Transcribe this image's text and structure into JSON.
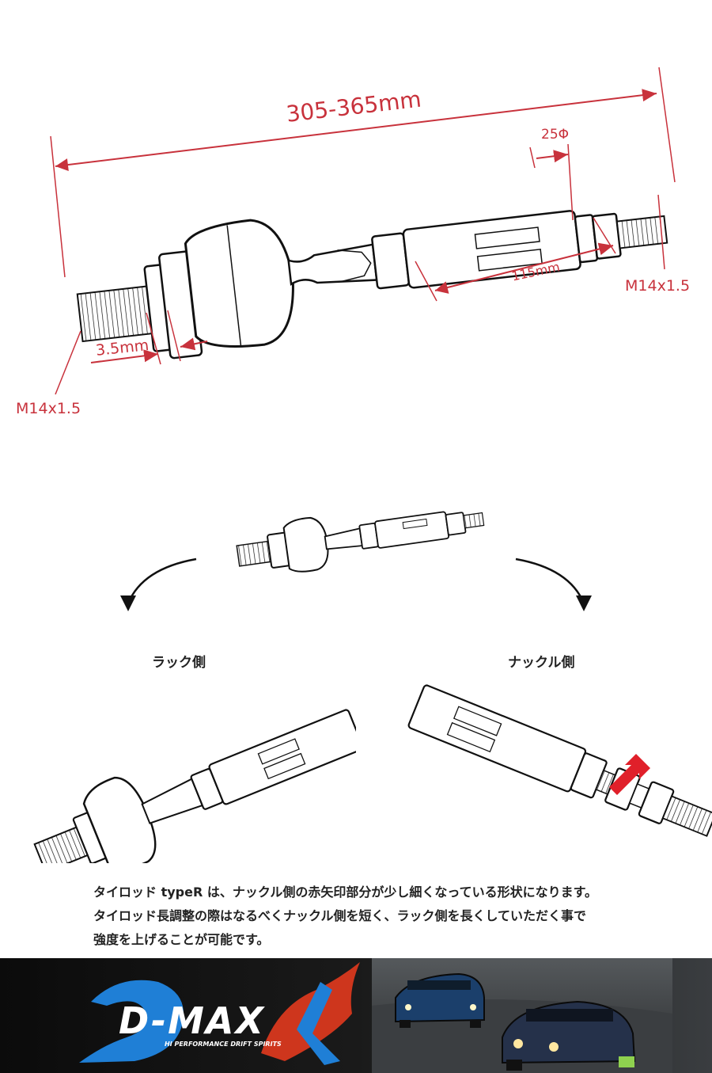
{
  "dimensions": {
    "overall_length": "305-365mm",
    "diameter": "25Φ",
    "sleeve_length": "115mm",
    "nut_width": "3.5mm",
    "thread_left": "M14x1.5",
    "thread_right": "M14x1.5"
  },
  "sides": {
    "rack_side": "ラック側",
    "knuckle_side": "ナックル側"
  },
  "description": {
    "line1": "タイロッド typeR は、ナックル側の赤矢印部分が少し細くなっている形状になります。",
    "line2": "タイロッド長調整の際はなるべくナックル側を短く、ラック側を長くしていただく事で",
    "line3": "強度を上げることが可能です。"
  },
  "banner": {
    "logo_text": "D-MAX",
    "tagline": "HI PERFORMANCE DRIFT SPIRITS"
  },
  "colors": {
    "dimension_red": "#c8323c",
    "arrow_red": "#e0202a",
    "outline": "#111111",
    "logo_blue": "#1f7fd6",
    "logo_flame": "#e23a1e"
  }
}
